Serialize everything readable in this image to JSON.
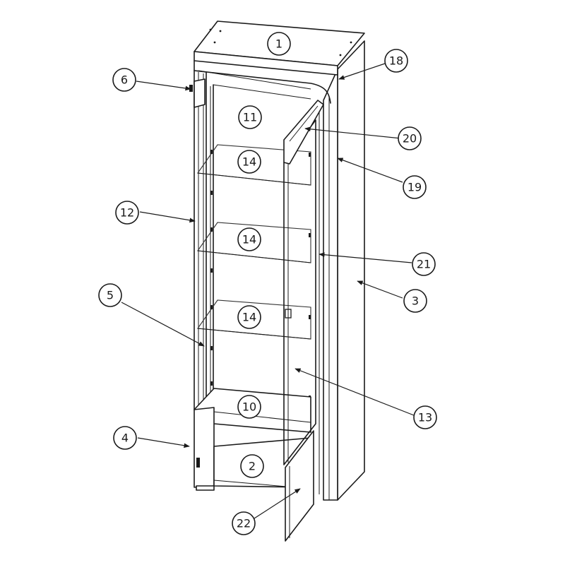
{
  "callouts": [
    {
      "id": "1",
      "label": "1"
    },
    {
      "id": "2",
      "label": "2"
    },
    {
      "id": "3",
      "label": "3"
    },
    {
      "id": "4",
      "label": "4"
    },
    {
      "id": "5",
      "label": "5"
    },
    {
      "id": "6",
      "label": "6"
    },
    {
      "id": "10",
      "label": "10"
    },
    {
      "id": "11",
      "label": "11"
    },
    {
      "id": "12",
      "label": "12"
    },
    {
      "id": "13",
      "label": "13"
    },
    {
      "id": "14a",
      "label": "14"
    },
    {
      "id": "14b",
      "label": "14"
    },
    {
      "id": "14c",
      "label": "14"
    },
    {
      "id": "18",
      "label": "18"
    },
    {
      "id": "19",
      "label": "19"
    },
    {
      "id": "20",
      "label": "20"
    },
    {
      "id": "21",
      "label": "21"
    },
    {
      "id": "22",
      "label": "22"
    }
  ]
}
